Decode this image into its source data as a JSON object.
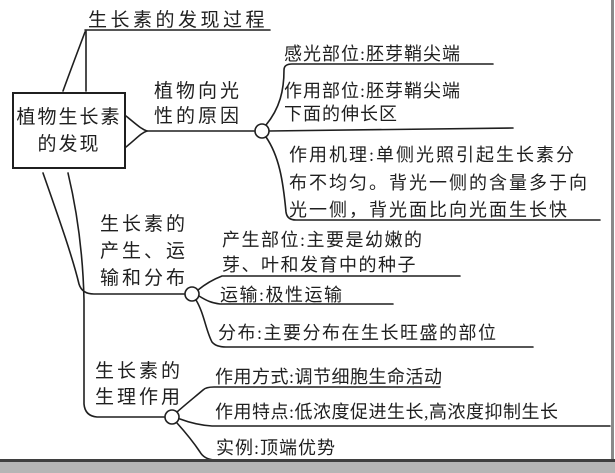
{
  "mindmap": {
    "root": {
      "label": "植物生长素\n的发现"
    },
    "branches": [
      {
        "label": "生长素的发现过程",
        "children": []
      },
      {
        "label": "植物向光\n性的原因",
        "children": [
          {
            "label": "感光部位:胚芽鞘尖端"
          },
          {
            "label": "作用部位:胚芽鞘尖端\n下面的伸长区"
          },
          {
            "label": "作用机理:单侧光照引起生长素分\n布不均匀。背光一侧的含量多于向\n光一侧，背光面比向光面生长快"
          }
        ]
      },
      {
        "label": "生长素的\n产生、运\n输和分布",
        "children": [
          {
            "label": "产生部位:主要是幼嫩的\n芽、叶和发育中的种子"
          },
          {
            "label": "运输:极性运输"
          },
          {
            "label": "分布:主要分布在生长旺盛的部位"
          }
        ]
      },
      {
        "label": "生长素的\n生理作用",
        "children": [
          {
            "label": "作用方式:调节细胞生命活动"
          },
          {
            "label": "作用特点:低浓度促进生长,高浓度抑制生长"
          },
          {
            "label": "实例:顶端优势"
          }
        ]
      }
    ]
  },
  "colors": {
    "ink": "#1f1f1f",
    "background": "#ffffff",
    "frame_right": "#8a8a8a",
    "frame_bottom_dark": "#3f3f3f",
    "frame_bottom_light": "#b5b5b5"
  }
}
